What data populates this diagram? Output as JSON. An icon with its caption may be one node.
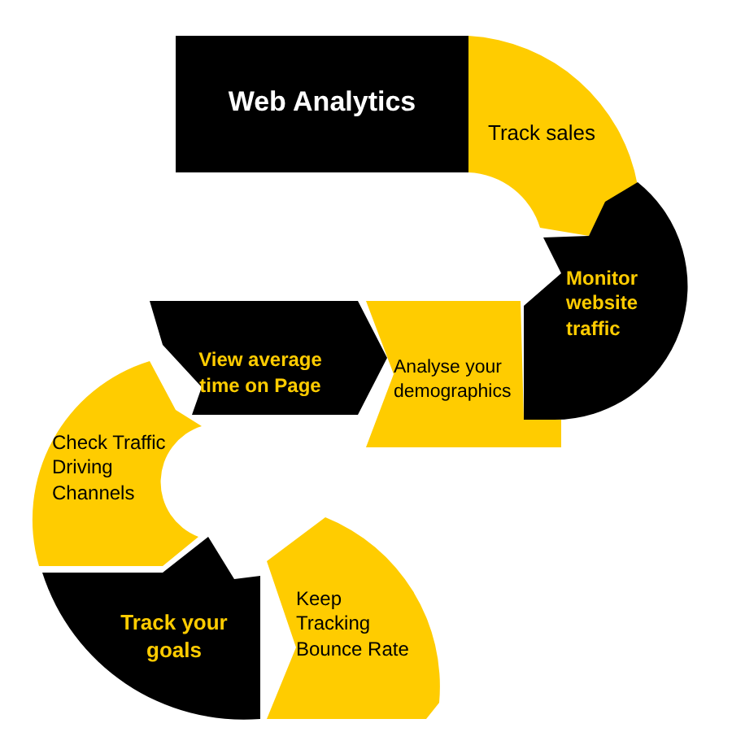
{
  "diagram": {
    "nodes": [
      {
        "text": [
          "Web Analytics"
        ]
      },
      {
        "text": [
          "Track sales"
        ]
      },
      {
        "text": [
          "Monitor website traffic"
        ]
      },
      {
        "text": [
          "Analyse your demographics"
        ]
      },
      {
        "text": [
          "View average time on Page"
        ]
      },
      {
        "text": [
          "Check Traffic Driving Channels"
        ]
      },
      {
        "text": [
          "Track your goals"
        ]
      },
      {
        "text": [
          "Keep Tracking Bounce Rate"
        ]
      }
    ]
  }
}
